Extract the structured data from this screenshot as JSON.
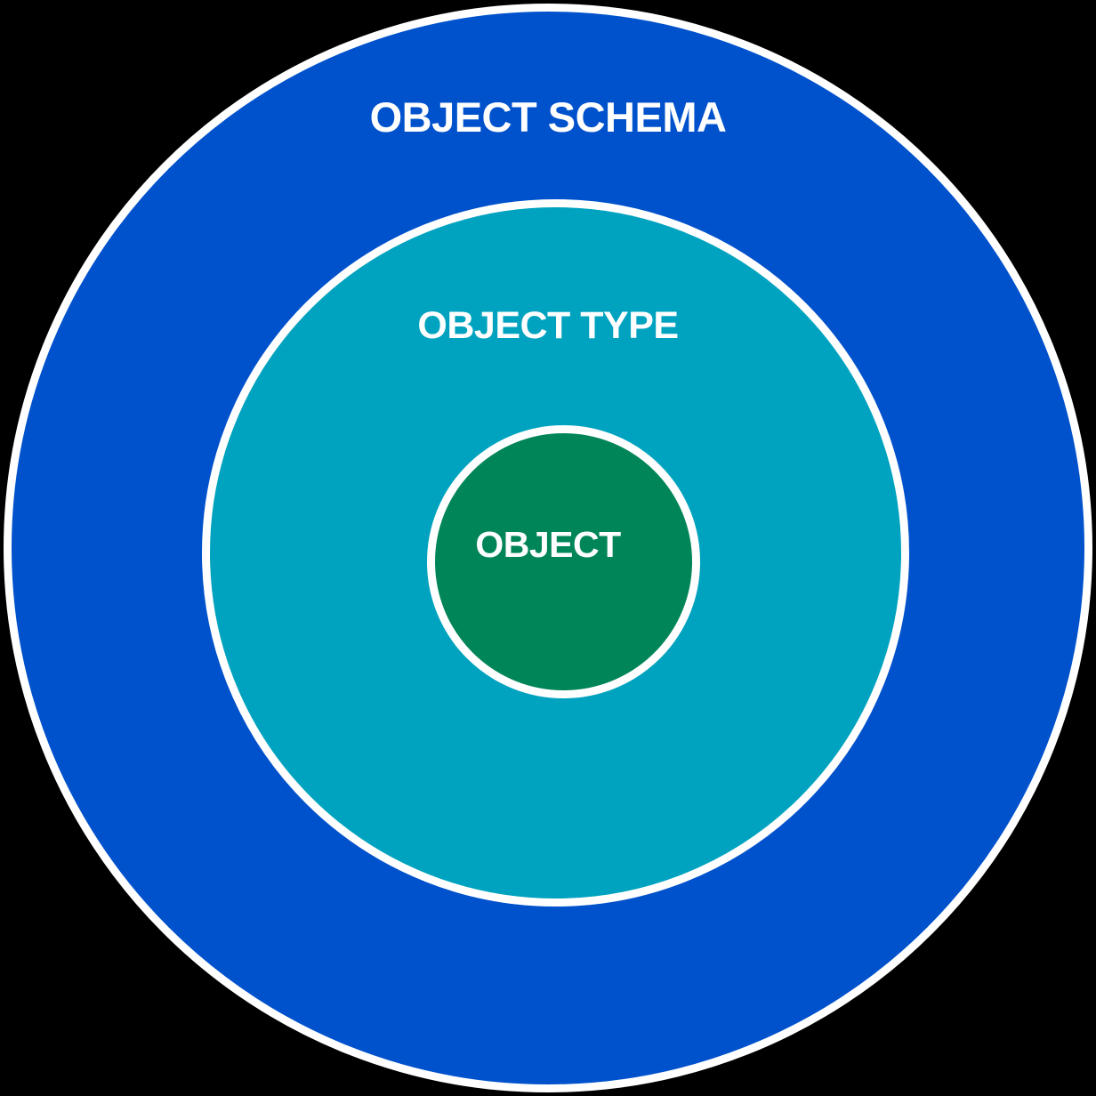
{
  "diagram": {
    "type": "concentric-circles",
    "background_color": "#000000",
    "stroke_color": "#FFFFFF",
    "layers": [
      {
        "id": "schema",
        "label": "OBJECT SCHEMA",
        "fill_color": "#0052CC",
        "level": 1
      },
      {
        "id": "type",
        "label": "OBJECT TYPE",
        "fill_color": "#00A3BF",
        "level": 2
      },
      {
        "id": "object",
        "label": "OBJECT",
        "fill_color": "#008558",
        "level": 3
      }
    ]
  }
}
